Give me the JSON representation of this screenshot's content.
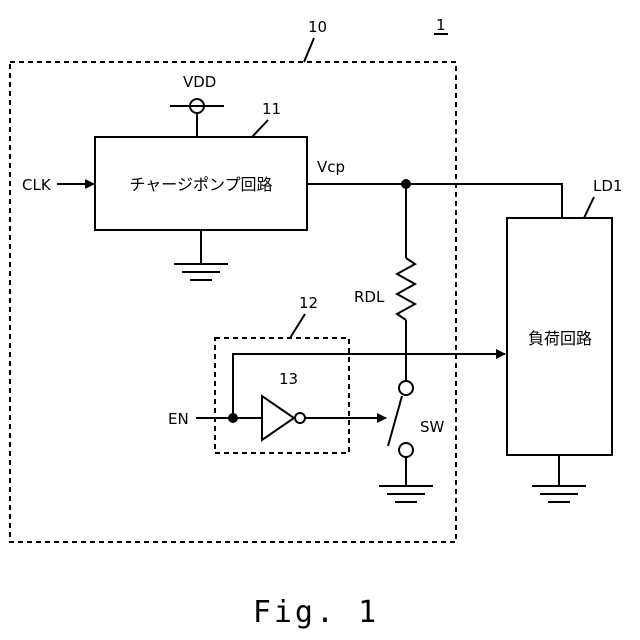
{
  "figure": {
    "ref_system": "1",
    "ref_block": "10",
    "ref_pump": "11",
    "ref_ctrl": "12",
    "ref_inverter": "13",
    "vdd": "VDD",
    "clk": "CLK",
    "vcp": "Vcp",
    "pump_label": "チャージポンプ回路",
    "ld1": "LD1",
    "load_label": "負荷回路",
    "rdl": "RDL",
    "en": "EN",
    "sw": "SW",
    "caption": "Fig. 1"
  }
}
